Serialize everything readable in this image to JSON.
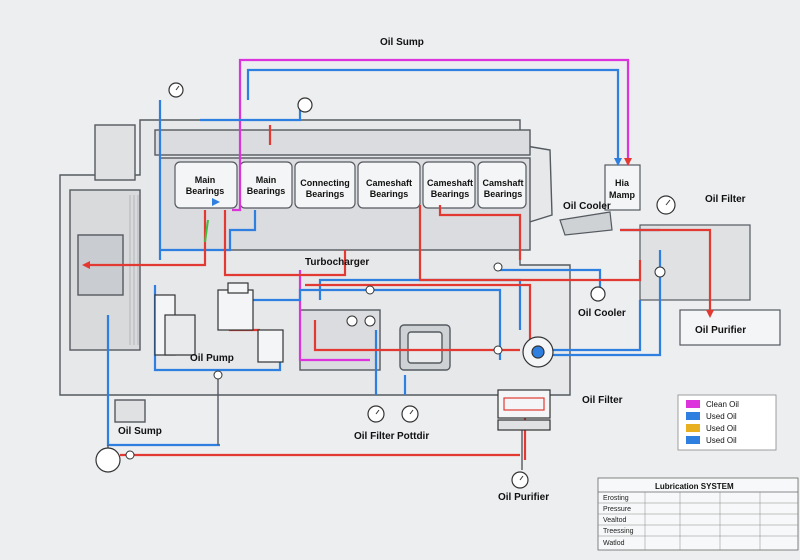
{
  "labels": {
    "oil_sump_top": "Oil Sump",
    "main_bearings_1": "Main Bearings",
    "main_bearings_2": "Main Bearings",
    "connecting_bearings": "Connecting Bearings",
    "camshaft_bearings_1": "Cameshaft Bearings",
    "camshaft_bearings_2": "Cameshaft Bearings",
    "camshaft_bearings_3": "Camshaft Bearings",
    "hia_mamp": "Hia Mamp",
    "oil_cooler_top": "Oil Cooler",
    "oil_filter_right": "Oil Filter",
    "turbocharger": "Turbocharger",
    "oil_pump": "Oil Pump",
    "oil_cooler_mid": "Oil Cooler",
    "oil_purifier_right": "Oil Purifier",
    "oil_filter_mid": "Oil Filter",
    "oil_sump_left": "Oil Sump",
    "oil_filter_bottom": "Oil Filter",
    "pottdir": "Pottdir",
    "oil_purifier_bottom": "Oil Purifier"
  },
  "legend": {
    "items": [
      {
        "label": "Clean Oil",
        "color": "#dd33dd"
      },
      {
        "label": "Used Oil",
        "color": "#2f7fe0"
      },
      {
        "label": "Used Oil",
        "color": "#e8b020"
      },
      {
        "label": "Used Oil",
        "color": "#2f7fe0"
      }
    ]
  },
  "title_block": {
    "title": "Lubrication SYSTEM",
    "rows": [
      "Erosting",
      "Pressure",
      "Vealtod",
      "Treessing",
      "Watlod"
    ]
  },
  "colors": {
    "clean_oil": "#dd33dd",
    "used_oil_blue": "#2f7fe0",
    "hot_oil_red": "#e23a32",
    "engine_grey": "#555a60"
  }
}
